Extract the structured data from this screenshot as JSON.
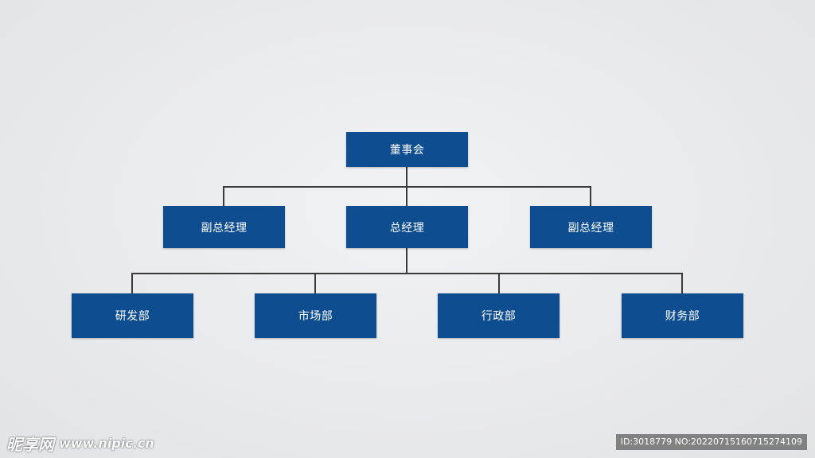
{
  "org_chart": {
    "board": "董事会",
    "vp_left": "副总经理",
    "gm": "总经理",
    "vp_right": "副总经理",
    "departments": [
      "研发部",
      "市场部",
      "行政部",
      "财务部"
    ]
  },
  "watermark": {
    "brand": "昵享网",
    "site": "www.nipic.cn",
    "id_text": "ID:3018779 NO:20220715160715274109"
  },
  "colors": {
    "node_fill": "#0e4d8f",
    "node_text": "#ffffff",
    "connector": "#3a3a3a",
    "background": "#e9eaed"
  }
}
